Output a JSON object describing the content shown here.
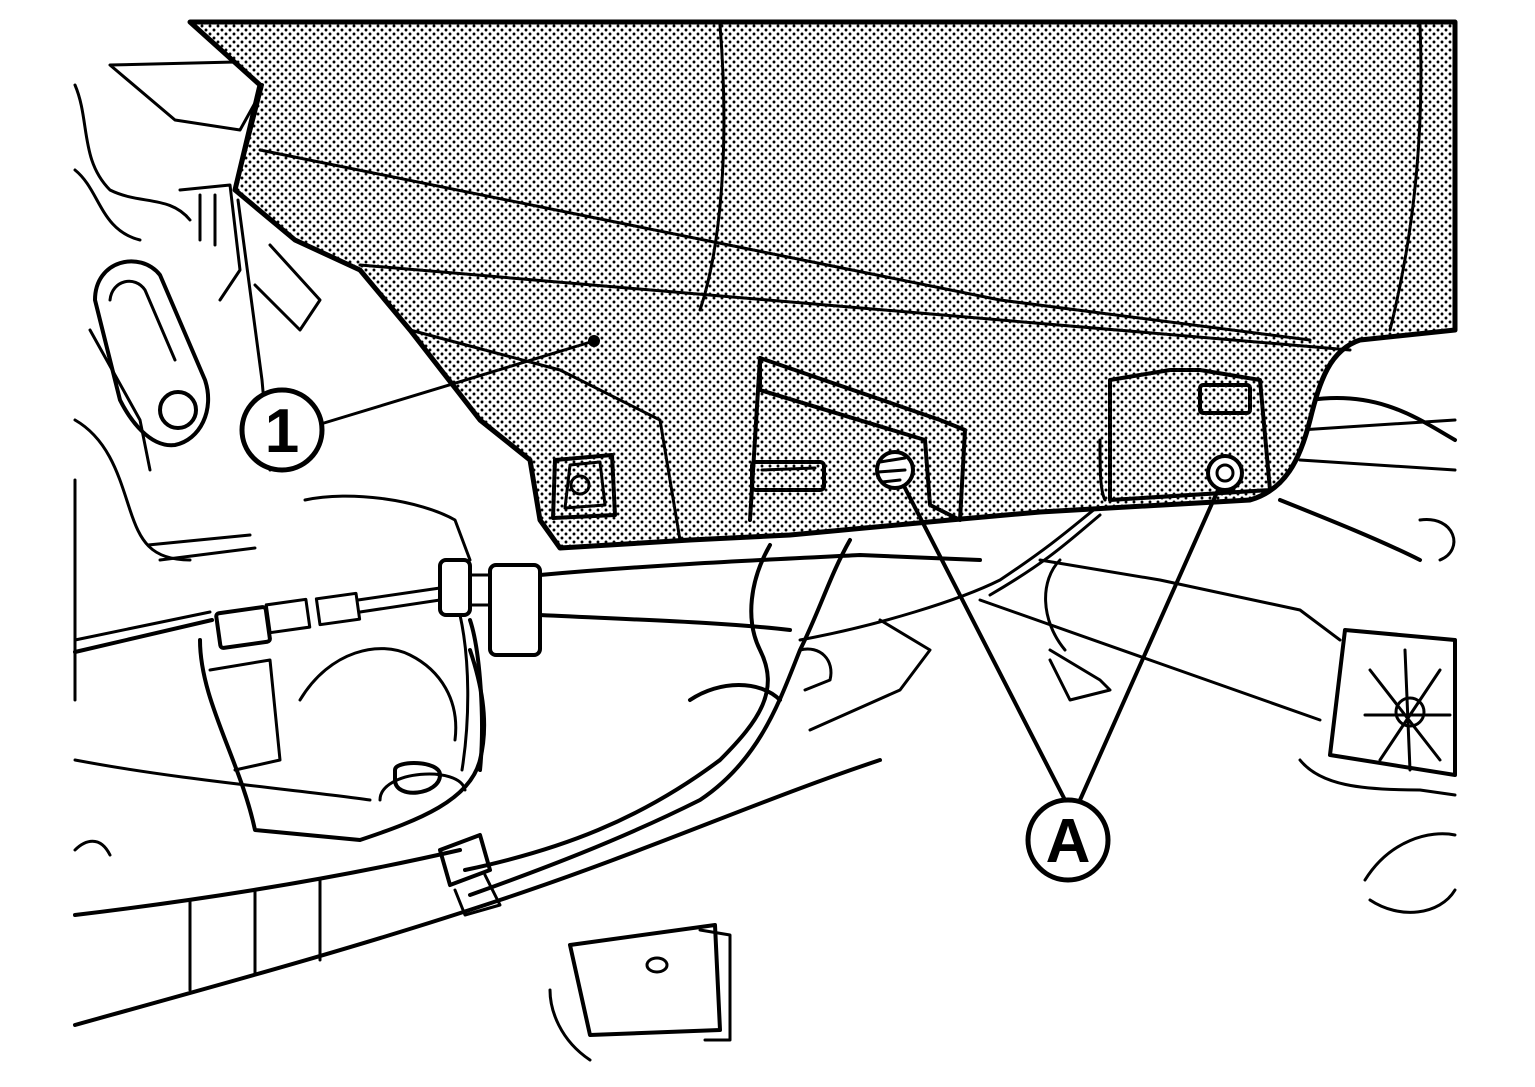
{
  "callouts": {
    "part_1": {
      "label": "1"
    },
    "fastener_a": {
      "label": "A"
    }
  },
  "colors": {
    "line": "#000000",
    "background": "#ffffff",
    "shading_dot": "#000000"
  },
  "icons": [
    "callout-circle",
    "leader-line",
    "stipple-pattern"
  ]
}
